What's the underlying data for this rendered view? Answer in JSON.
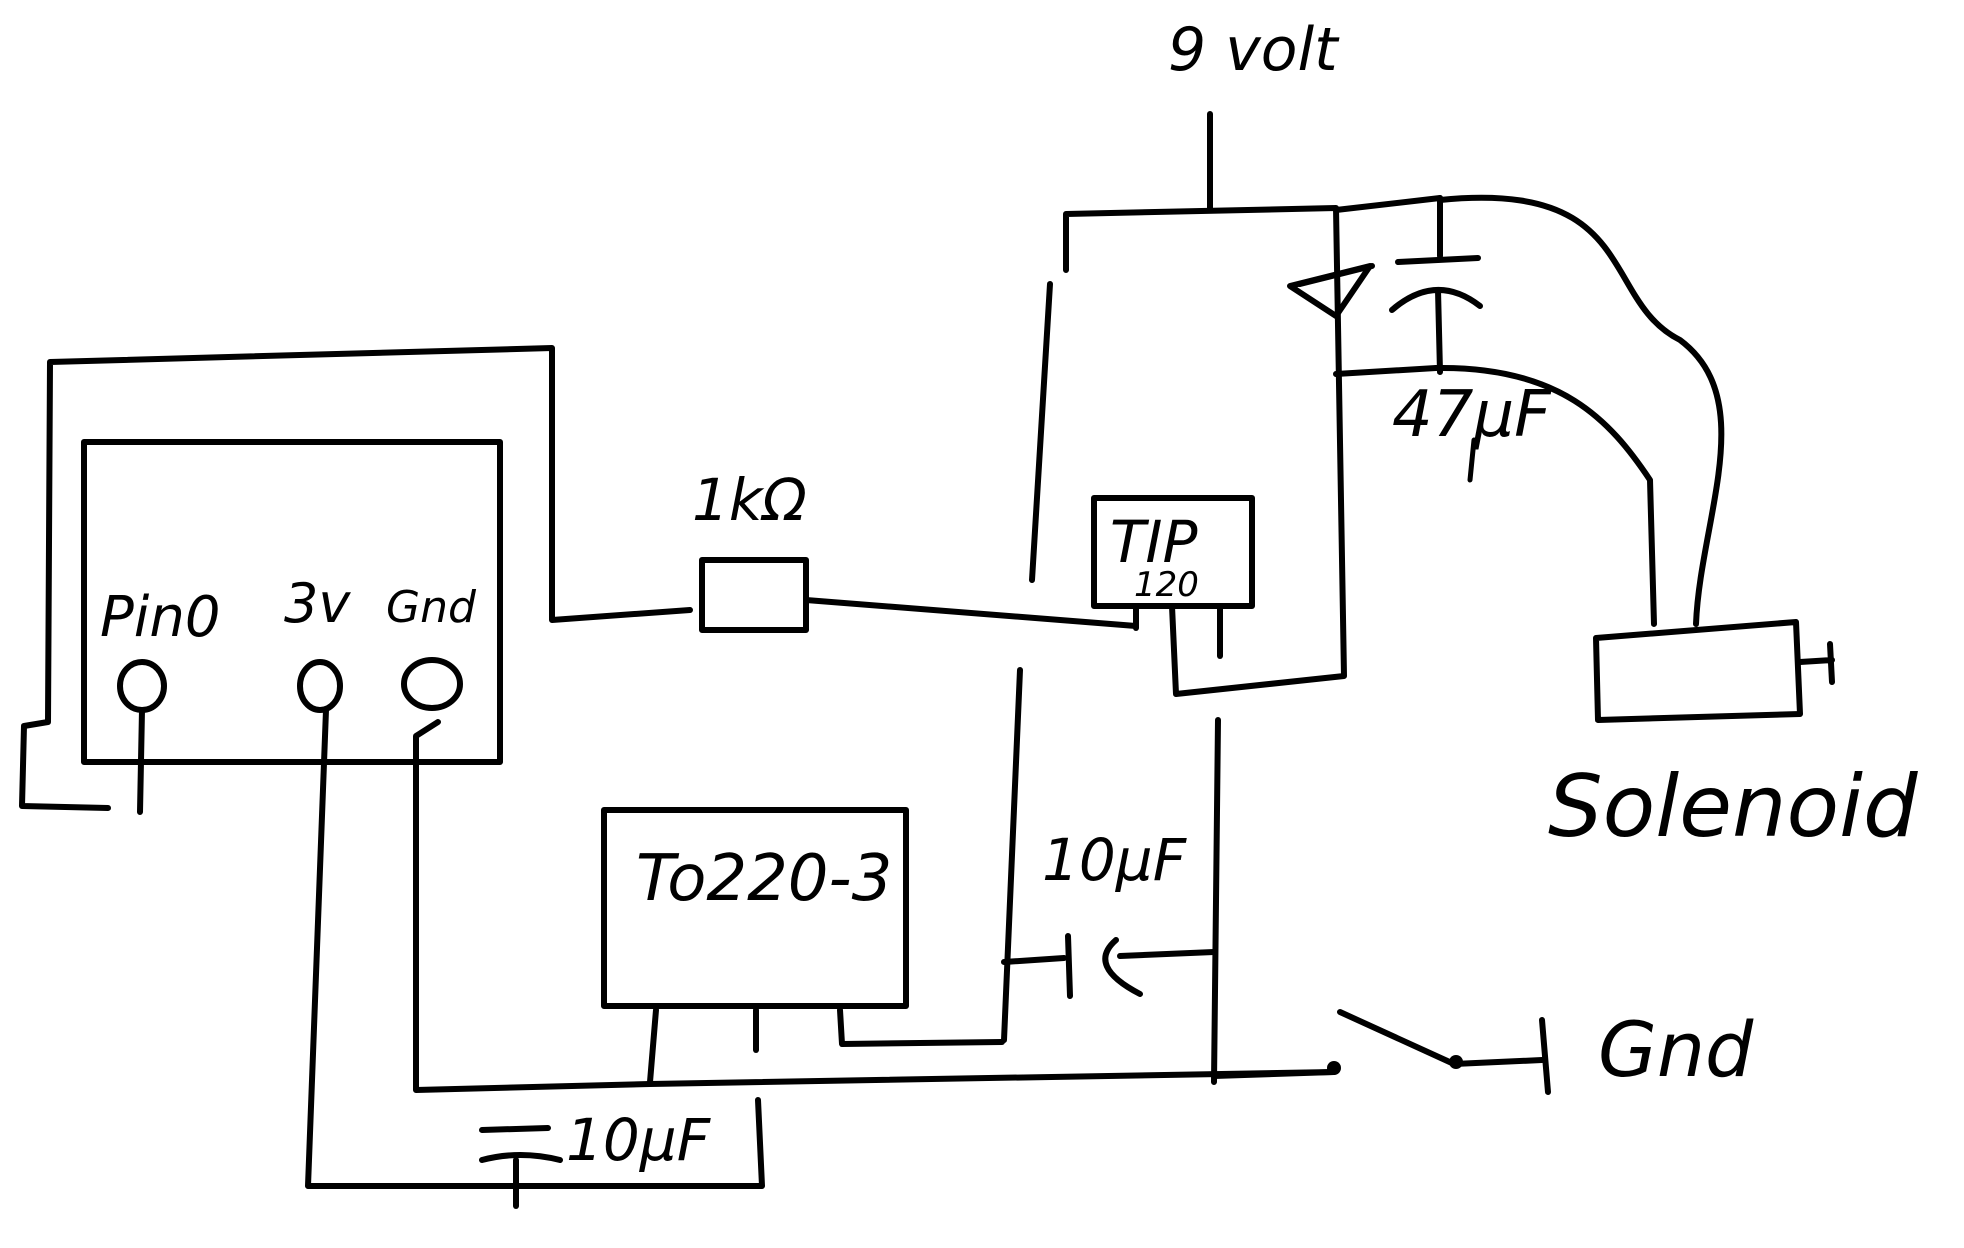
{
  "labels": {
    "supply": "9 volt",
    "resistor": "1kΩ",
    "transistor_top": "TIP",
    "transistor_bottom": "120",
    "cap_large": "47μF",
    "solenoid": "Solenoid",
    "pin": "Pin0",
    "v3": "3v",
    "gnd_board": "Gnd",
    "regulator": "To220-3",
    "cap_mid": "10μF",
    "cap_bottom": "10μF",
    "gnd_switch": "Gnd"
  }
}
